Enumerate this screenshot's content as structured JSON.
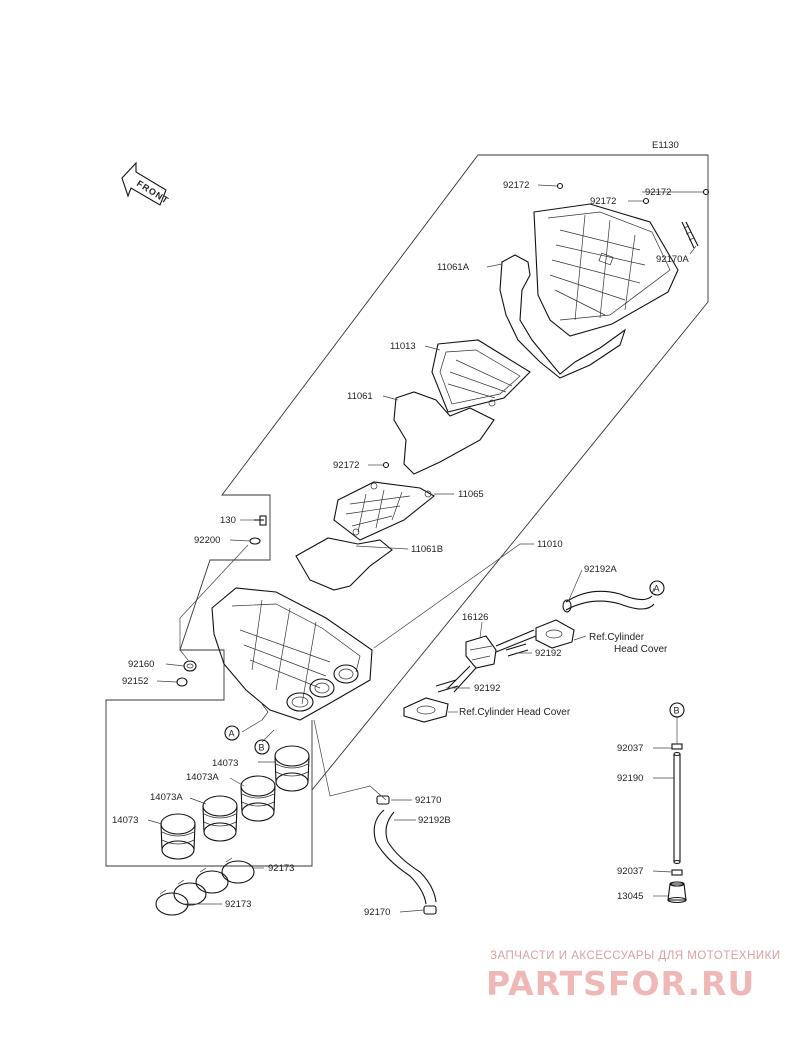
{
  "diagram_code": "E1130",
  "front_label": "FRONT",
  "part_labels": {
    "p92172_a": "92172",
    "p92172_b": "92172",
    "p92172_c": "92172",
    "p92172_d": "92172",
    "p11061A": "11061A",
    "p92170A": "92170A",
    "p11013": "11013",
    "p11061": "11061",
    "p11065": "11065",
    "p130": "130",
    "p92200": "92200",
    "p11061B": "11061B",
    "p11010": "11010",
    "p92192A": "92192A",
    "p16126": "16126",
    "p92192_a": "92192",
    "p92192_b": "92192",
    "p92160": "92160",
    "p92152": "92152",
    "p14073_a": "14073",
    "p14073A_a": "14073A",
    "p14073A_b": "14073A",
    "p14073_b": "14073",
    "p92173_a": "92173",
    "p92173_b": "92173",
    "p92170_a": "92170",
    "p92192B": "92192B",
    "p92170_b": "92170",
    "p92037_a": "92037",
    "p92190": "92190",
    "p92037_b": "92037",
    "p13045": "13045"
  },
  "ref_labels": {
    "head_cover_1_line1": "Ref.Cylinder",
    "head_cover_1_line2": "Head Cover",
    "head_cover_2": "Ref.Cylinder Head Cover"
  },
  "callouts": {
    "A1": "A",
    "A2": "A",
    "B1": "B",
    "B2": "B"
  },
  "watermark": {
    "top_text": "ЗАПЧАСТИ И АКСЕССУАРЫ ДЛЯ МОТОТЕХНИКИ",
    "logo_text": "PARTSFOR.RU"
  }
}
